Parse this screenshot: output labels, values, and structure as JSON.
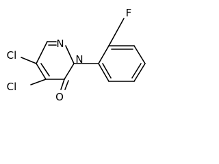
{
  "molecule": {
    "atoms": {
      "n1": "N",
      "n2": "N",
      "fluorine": "F",
      "chlorine_top": "Cl",
      "chlorine_bottom": "Cl",
      "oxygen": "O"
    }
  }
}
